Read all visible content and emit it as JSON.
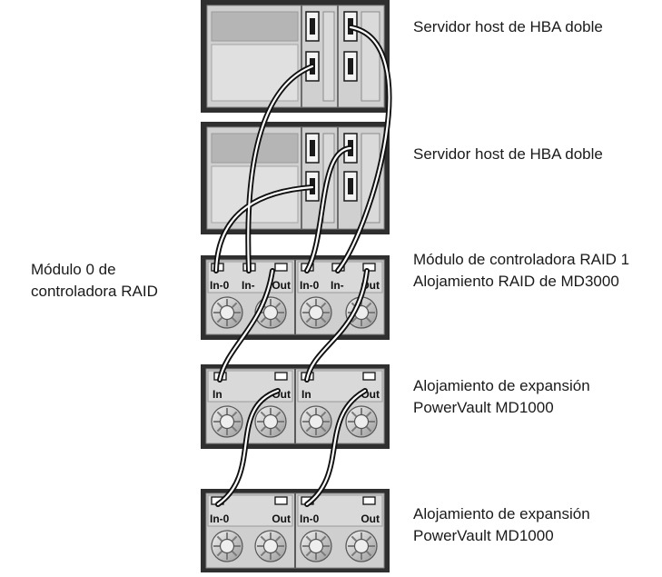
{
  "labels": {
    "server_top": "Servidor host de HBA doble",
    "server_bottom": "Servidor host de HBA doble",
    "raid_module_0": [
      "Módulo 0 de",
      "controladora RAID"
    ],
    "raid_module_1": [
      "Módulo de controladora RAID 1",
      "Alojamiento RAID de MD3000"
    ],
    "expansion_1": [
      "Alojamiento de expansión",
      "PowerVault MD1000"
    ],
    "expansion_2": [
      "Alojamiento de expansión",
      "PowerVault MD1000"
    ]
  },
  "ports": {
    "raid": [
      "In-0",
      "In-",
      "Out",
      "In-0",
      "In-",
      "Out"
    ],
    "exp1": [
      "In",
      "Out",
      "In",
      "Out"
    ],
    "exp2": [
      "In-0",
      "Out",
      "In-0",
      "Out"
    ]
  }
}
